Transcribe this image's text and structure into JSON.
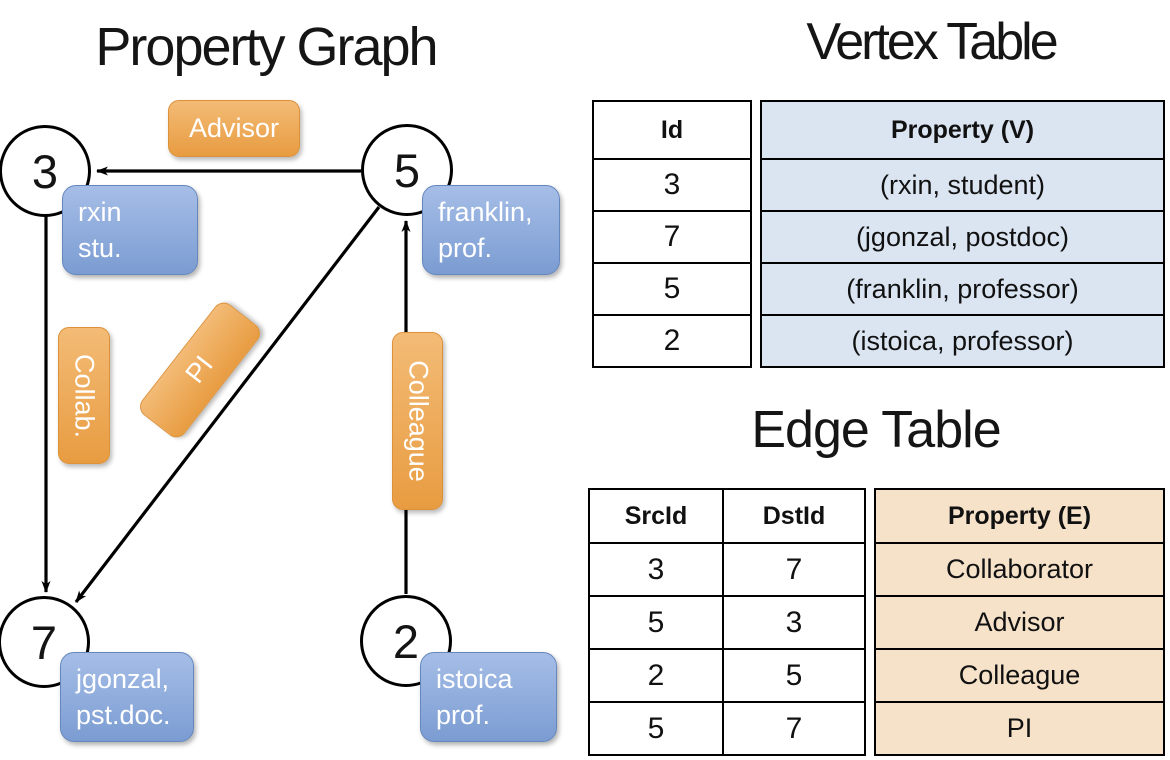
{
  "titles": {
    "graph": "Property Graph",
    "vertex_table": "Vertex Table",
    "edge_table": "Edge Table"
  },
  "colors": {
    "edge_label_orange_top": "#f3bb76",
    "edge_label_orange_bottom": "#e89c41",
    "callout_blue_top": "#a6bee7",
    "callout_blue_bottom": "#7b9cd2",
    "vertex_property_cell_fill": "#dbe5f2",
    "edge_property_cell_fill": "#f6e1c9",
    "line_color": "#000000",
    "label_text": "#ffffff"
  },
  "graph": {
    "vertices": [
      {
        "id": "3",
        "label_line1": "rxin",
        "label_line2": "stu."
      },
      {
        "id": "5",
        "label_line1": "franklin,",
        "label_line2": "prof."
      },
      {
        "id": "7",
        "label_line1": "jgonzal,",
        "label_line2": "pst.doc."
      },
      {
        "id": "2",
        "label_line1": "istoica",
        "label_line2": "prof."
      }
    ],
    "edge_labels": [
      {
        "text": "Advisor"
      },
      {
        "text": "Collab."
      },
      {
        "text": "PI"
      },
      {
        "text": "Colleague"
      }
    ]
  },
  "vertex_table": {
    "headers": {
      "id": "Id",
      "property": "Property (V)"
    },
    "rows": [
      {
        "id": "3",
        "property": "(rxin, student)"
      },
      {
        "id": "7",
        "property": "(jgonzal, postdoc)"
      },
      {
        "id": "5",
        "property": "(franklin, professor)"
      },
      {
        "id": "2",
        "property": "(istoica, professor)"
      }
    ]
  },
  "edge_table": {
    "headers": {
      "src": "SrcId",
      "dst": "DstId",
      "property": "Property (E)"
    },
    "rows": [
      {
        "src": "3",
        "dst": "7",
        "property": "Collaborator"
      },
      {
        "src": "5",
        "dst": "3",
        "property": "Advisor"
      },
      {
        "src": "2",
        "dst": "5",
        "property": "Colleague"
      },
      {
        "src": "5",
        "dst": "7",
        "property": "PI"
      }
    ]
  }
}
